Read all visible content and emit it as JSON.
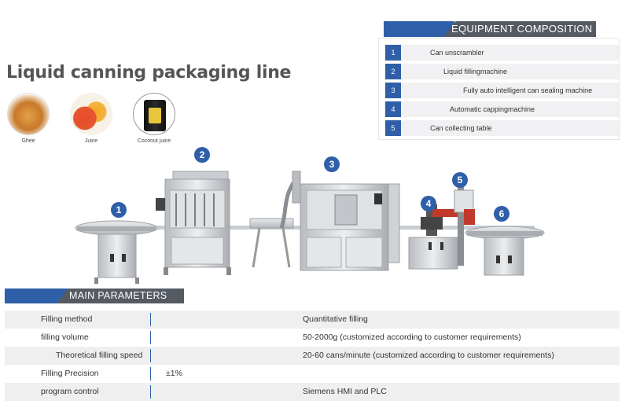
{
  "page_title": "Liquid canning packaging line",
  "products": [
    {
      "label": "Ghee",
      "icon": "ghee-jar-icon"
    },
    {
      "label": "Juice",
      "icon": "juice-glasses-icon"
    },
    {
      "label": "Coconut juice",
      "icon": "coconut-juice-can-icon"
    }
  ],
  "equipment": {
    "title": "EQUIPMENT COMPOSITION",
    "items": [
      {
        "num": "1",
        "text": "Can unscrambler"
      },
      {
        "num": "2",
        "text": "Liquid fillingmachine"
      },
      {
        "num": "3",
        "text": "Fully auto intelligent can sealing machine"
      },
      {
        "num": "4",
        "text": "Automatic cappingmachine"
      },
      {
        "num": "5",
        "text": "Can collecting table"
      }
    ]
  },
  "callouts": [
    "1",
    "2",
    "3",
    "4",
    "5",
    "6"
  ],
  "parameters": {
    "title": "MAIN PARAMETERS",
    "rows": [
      {
        "label": "Filling method",
        "value": "Quantitative filling"
      },
      {
        "label": "filling volume",
        "value": "50-2000g (customized according to customer requirements)"
      },
      {
        "label": "Theoretical filling speed",
        "value": "20-60 cans/minute (customized according to customer requirements)"
      },
      {
        "label": "Filling Precision",
        "value": "±1%"
      },
      {
        "label": "program control",
        "value": "Siemens HMI and PLC"
      }
    ]
  },
  "colors": {
    "accent": "#2f5fa8",
    "header_dark": "#555a63",
    "row_shade": "#efefef"
  }
}
